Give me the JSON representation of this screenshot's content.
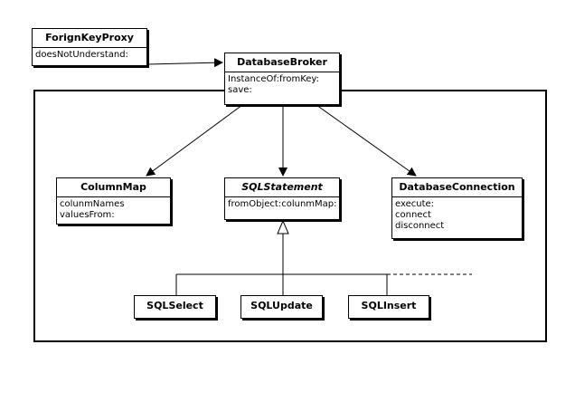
{
  "classes": {
    "forign_key_proxy": {
      "name": "ForignKeyProxy",
      "ops": [
        "doesNotUnderstand:"
      ]
    },
    "database_broker": {
      "name": "DatabaseBroker",
      "ops": [
        "InstanceOf:fromKey:",
        "save:"
      ]
    },
    "column_map": {
      "name": "ColumnMap",
      "ops": [
        "colunmNames",
        "valuesFrom:"
      ]
    },
    "sql_statement": {
      "name": "SQLStatement",
      "ops": [
        "fromObject:colunmMap:"
      ]
    },
    "database_connection": {
      "name": "DatabaseConnection",
      "ops": [
        "execute:",
        "connect",
        "disconnect"
      ]
    },
    "sql_select": {
      "name": "SQLSelect"
    },
    "sql_update": {
      "name": "SQLUpdate"
    },
    "sql_insert": {
      "name": "SQLInsert"
    }
  }
}
